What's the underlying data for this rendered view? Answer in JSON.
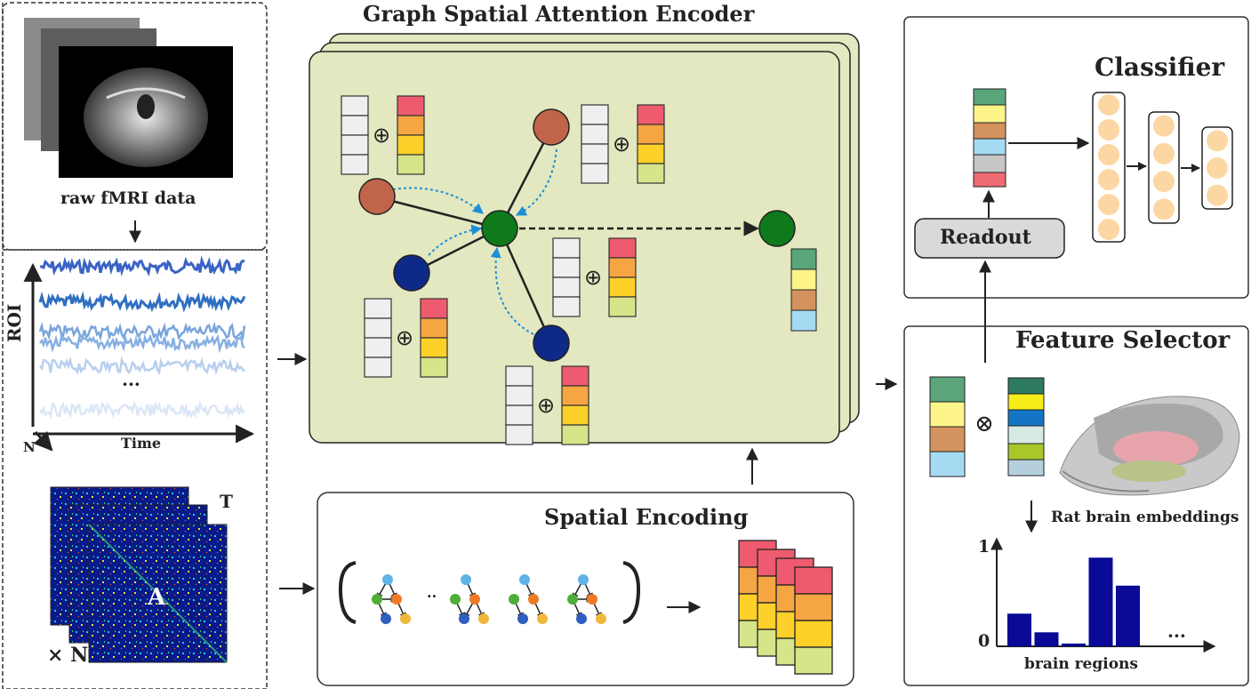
{
  "titles": {
    "encoder": "Graph Spatial Attention Encoder",
    "classifier": "Classifier",
    "feature_selector": "Feature Selector",
    "spatial_encoding": "Spatial Encoding",
    "readout": "Readout"
  },
  "labels": {
    "raw_fmri": "raw fMRI data",
    "roi_axis": "ROI",
    "time_axis": "Time",
    "n_axis": "N",
    "ellipsis": "···",
    "matrix_symbol": "A",
    "matrix_t": "T",
    "matrix_n": "× N",
    "oplus": "⊕",
    "otimes": "⊗",
    "rat_brain": "Rat brain embeddings",
    "brain_regions": "brain regions",
    "bar_ymax": "1",
    "bar_ymin": "0",
    "bar_ellipsis": "···"
  },
  "chart_data": {
    "type": "bar",
    "xlabel": "brain regions",
    "ylim": [
      0,
      1
    ],
    "values": [
      0.35,
      0.15,
      0.03,
      0.95,
      0.65
    ]
  },
  "colors": {
    "panel_bg": "#e3e8c0",
    "node_green": "#0e7a1a",
    "node_brown": "#c0654a",
    "node_blue": "#0d2a86",
    "bar_blue": "#0a0a96",
    "neuron": "#fcd7a4",
    "attention_arrow": "#1d8fd6"
  }
}
